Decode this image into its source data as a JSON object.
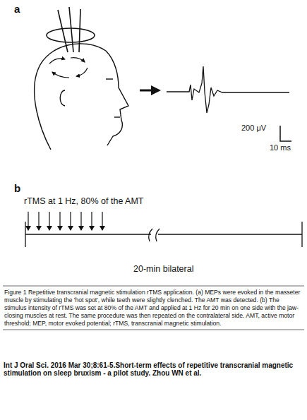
{
  "diagram": {
    "caption": "Figure 1 Repetitive transcranial magnetic stimulation rTMS application. (a) MEPs were evoked in the masseter muscle by stimulating the 'hot spot', while teeth were slightly clenched. The AMT was detected. (b) The stimulus intensity of rTMS was set at 80% of the AMT and applied at 1 Hz for 20 min on one side with the jaw-closing muscles at rest. The same procedure was then repeated on the contralateral side. AMT, active motor threshold; MEP, motor evoked potential; rTMS, transcranial magnetic stimulation.",
    "labels": [
      "a",
      "200 μV",
      "10 ms",
      "b",
      "rTMS at 1 Hz, 80% of the AMT",
      "20-min bilateral",
      "Int J Oral Sci. 2016 Mar 30;8:61-5.Short-term effects of repetitive transcranial magnetic stimulation on sleep bruxism - a pilot study. Zhou WN et al."
    ]
  }
}
